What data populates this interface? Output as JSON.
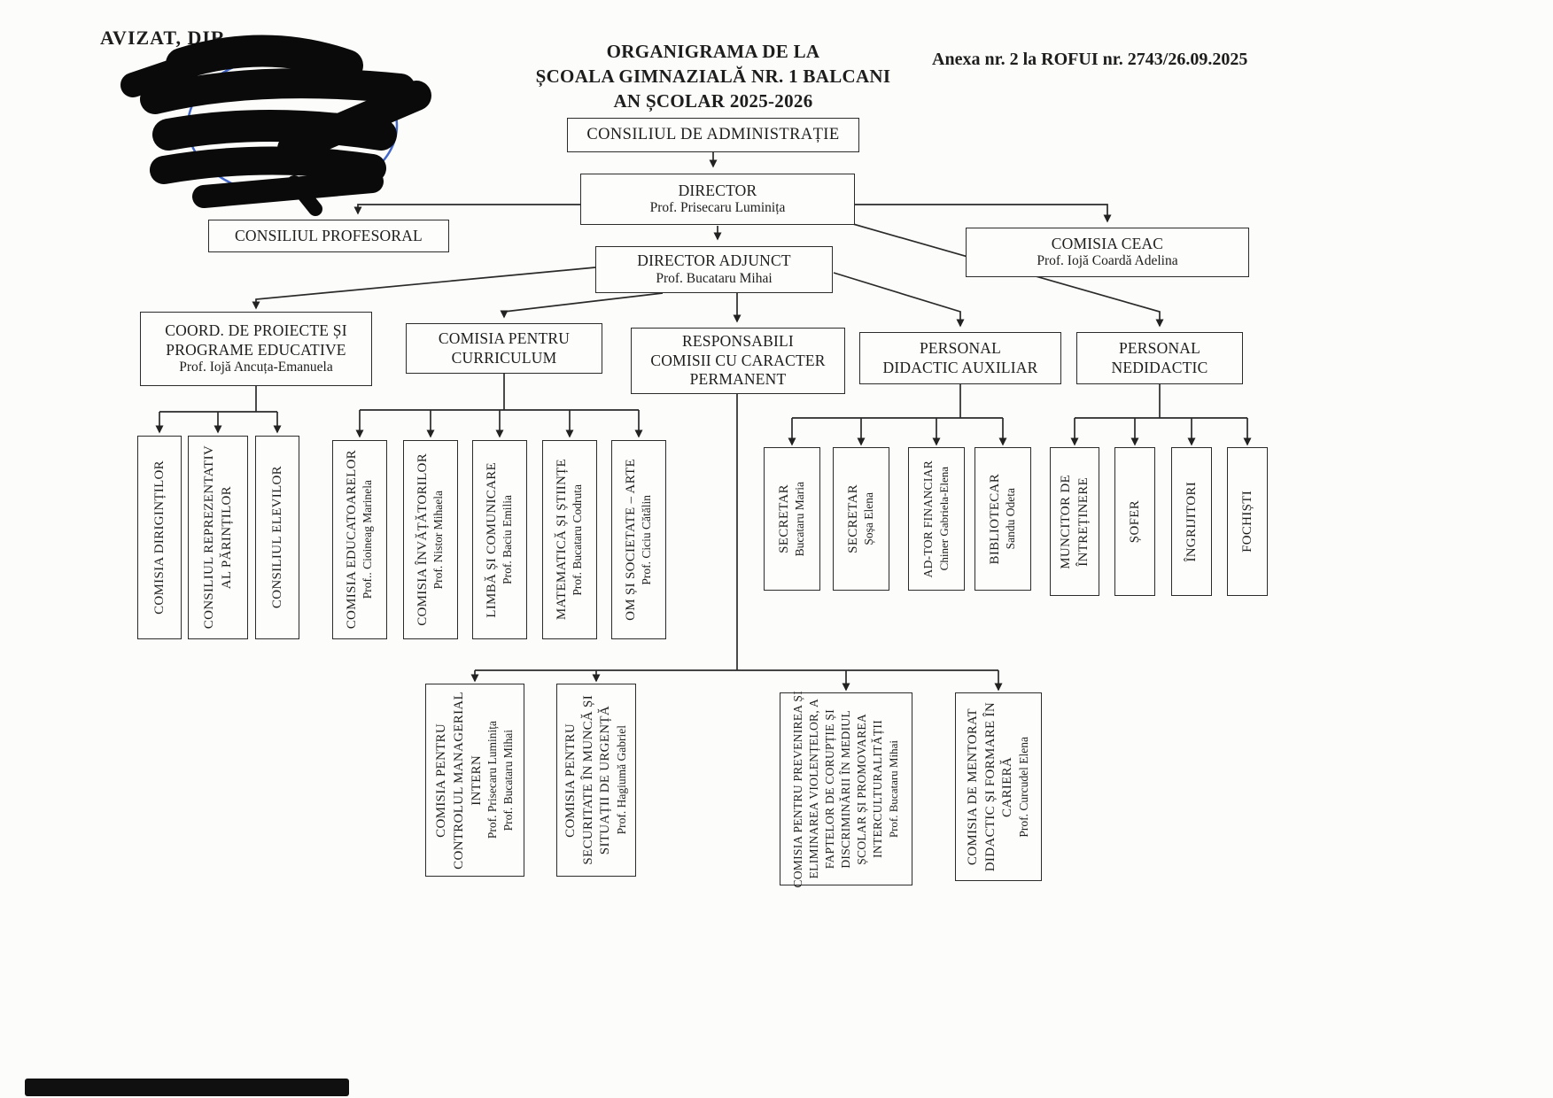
{
  "page": {
    "avizat": "AVIZAT,  DIR",
    "title_lines": [
      "ORGANIGRAMA DE LA",
      "ȘCOALA GIMNAZIALĂ NR. 1 BALCANI",
      "AN ȘCOLAR 2025-2026"
    ],
    "anexa": "Anexa nr. 2 la  ROFUI nr. 2743/26.09.2025"
  },
  "colors": {
    "ink": "#1d1d1d",
    "line": "#2a2a2a",
    "stamp_blue": "#2d56c5",
    "paper": "#fcfcfa"
  },
  "nodes": {
    "consiliu_admin": {
      "lines": [
        "CONSILIUL DE ADMINISTRAȚIE"
      ]
    },
    "director": {
      "lines": [
        "DIRECTOR",
        "Prof. Prisecaru Luminița"
      ]
    },
    "consiliul_profesoral": {
      "lines": [
        "CONSILIUL PROFESORAL"
      ]
    },
    "comisia_ceac": {
      "lines": [
        "COMISIA CEAC",
        "Prof. Iojă Coardă Adelina"
      ]
    },
    "director_adjunct": {
      "lines": [
        "DIRECTOR ADJUNCT",
        "Prof. Bucataru Mihai"
      ]
    },
    "coord_proiecte": {
      "lines": [
        "COORD. DE PROIECTE ȘI",
        "PROGRAME EDUCATIVE",
        "Prof. Iojă Ancuța-Emanuela"
      ]
    },
    "comisia_curriculum": {
      "lines": [
        "COMISIA PENTRU",
        "CURRICULUM"
      ]
    },
    "responsabili": {
      "lines": [
        "RESPONSABILI",
        "COMISII CU CARACTER",
        "PERMANENT"
      ]
    },
    "personal_didactic": {
      "lines": [
        "PERSONAL",
        "DIDACTIC AUXILIAR"
      ]
    },
    "personal_nedidactic": {
      "lines": [
        "PERSONAL",
        "NEDIDACTIC"
      ]
    },
    "comisia_diriginti": {
      "lines": [
        "COMISIA DIRIGINȚILOR"
      ]
    },
    "consiliul_reprezentativ": {
      "lines": [
        "CONSILIUL REPREZENTATIV",
        "AL PĂRINȚILOR"
      ]
    },
    "consiliul_elevilor": {
      "lines": [
        "CONSILIUL ELEVILOR"
      ]
    },
    "comisia_educatoarelor": {
      "lines": [
        "COMISIA EDUCATOARELOR",
        "Prof.. Cioineag Marinela"
      ]
    },
    "comisia_invatatorilor": {
      "lines": [
        "COMISIA ÎNVĂȚĂTORILOR",
        "Prof. Nistor Mihaela"
      ]
    },
    "limba_comunicare": {
      "lines": [
        "LIMBĂ ȘI COMUNICARE",
        "Prof. Baciu Emilia"
      ]
    },
    "matematica_stiinte": {
      "lines": [
        "MATEMATICĂ ȘI ȘTIINȚE",
        "Prof. Bucataru Codruta"
      ]
    },
    "om_societate": {
      "lines": [
        "OM ȘI SOCIETATE – ARTE",
        "Prof. Ciciu Cătălin"
      ]
    },
    "secretar1": {
      "lines": [
        "SECRETAR",
        "Bucataru Maria"
      ]
    },
    "secretar2": {
      "lines": [
        "SECRETAR",
        "Șoșa Elena"
      ]
    },
    "adtor_financiar": {
      "lines": [
        "AD-TOR FINANCIAR",
        "Chiner Gabriela-Elena"
      ]
    },
    "bibliotecar": {
      "lines": [
        "BIBLIOTECAR",
        "Sandu Odeta"
      ]
    },
    "muncitor": {
      "lines": [
        "MUNCITOR DE",
        "ÎNTREȚINERE"
      ]
    },
    "sofer": {
      "lines": [
        "ȘOFER"
      ]
    },
    "ingrijitori": {
      "lines": [
        "ÎNGRIJITORI"
      ]
    },
    "fochisti": {
      "lines": [
        "FOCHIȘTI"
      ]
    },
    "control_managerial": {
      "lines": [
        "COMISIA PENTRU",
        "CONTROLUL MANAGERIAL",
        "INTERN",
        "Prof. Prisecaru Luminița",
        "Prof. Bucataru Mihai"
      ]
    },
    "securitate_munca": {
      "lines": [
        "COMISIA PENTRU",
        "SECURITATE ÎN MUNCĂ ȘI",
        "SITUAȚII DE URGENȚĂ",
        "Prof. Hagiumă Gabriel"
      ]
    },
    "prevenire_violente": {
      "lines": [
        "COMISIA PENTRU PREVENIREA ȘI",
        "ELIMINAREA VIOLENȚELOR, A",
        "FAPTELOR DE CORUPȚIE ȘI",
        "DISCRIMINĂRII ÎN MEDIUL",
        "ȘCOLAR ȘI PROMOVAREA",
        "INTERCULTURALITĂȚII",
        "Prof. Bucataru Mihai"
      ]
    },
    "mentorat": {
      "lines": [
        "COMISIA DE MENTORAT",
        "DIDACTIC ȘI FORMARE ÎN",
        "CARIERĂ",
        "Prof. Curcudel Elena"
      ]
    }
  }
}
